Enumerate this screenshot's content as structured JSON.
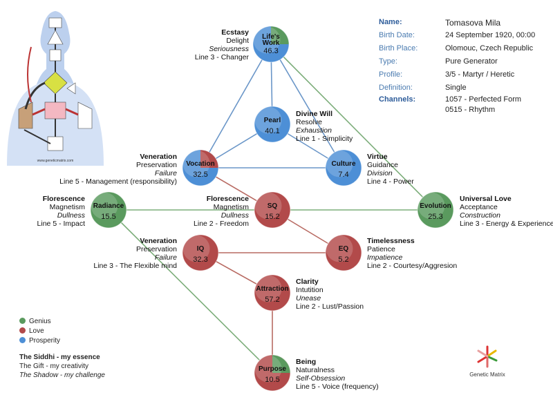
{
  "profile": {
    "name_label": "Name:",
    "name": "Tomasova Mila",
    "rows": [
      {
        "label": "Birth Date:",
        "value": "24 September 1920, 00:00"
      },
      {
        "label": "Birth Place:",
        "value": "Olomouc, Czech Republic"
      },
      {
        "label": "Type:",
        "value": "Pure Generator"
      },
      {
        "label": "Profile:",
        "value": "3/5 - Martyr / Heretic"
      },
      {
        "label": "Definition:",
        "value": "Single"
      }
    ],
    "channels_label": "Channels:",
    "channels": [
      "1057 - Perfected Form",
      "0515 - Rhythm"
    ]
  },
  "colors": {
    "genius": "#5a9a5e",
    "love": "#b24a4a",
    "prosperity": "#4d8fd6",
    "line_genius": "#7cad7a",
    "line_love": "#b86a62",
    "line_prosperity": "#6a96c8"
  },
  "nodes": [
    {
      "id": "lifes_work",
      "label": "Life's Work",
      "value": "46.3",
      "colors": [
        "genius",
        "prosperity"
      ]
    },
    {
      "id": "pearl",
      "label": "Pearl",
      "value": "40.1",
      "colors": [
        "prosperity"
      ]
    },
    {
      "id": "vocation",
      "label": "Vocation",
      "value": "32.5",
      "colors": [
        "love",
        "prosperity"
      ]
    },
    {
      "id": "culture",
      "label": "Culture",
      "value": "7.4",
      "colors": [
        "prosperity"
      ]
    },
    {
      "id": "radiance",
      "label": "Radiance",
      "value": "15.5",
      "colors": [
        "genius"
      ]
    },
    {
      "id": "sq",
      "label": "SQ",
      "value": "15.2",
      "colors": [
        "love"
      ]
    },
    {
      "id": "evolution",
      "label": "Evolution",
      "value": "25.3",
      "colors": [
        "genius"
      ]
    },
    {
      "id": "iq",
      "label": "IQ",
      "value": "32.3",
      "colors": [
        "love"
      ]
    },
    {
      "id": "eq",
      "label": "EQ",
      "value": "5.2",
      "colors": [
        "love"
      ]
    },
    {
      "id": "attraction",
      "label": "Attraction",
      "value": "57.2",
      "colors": [
        "love"
      ]
    },
    {
      "id": "purpose",
      "label": "Purpose",
      "value": "10.5",
      "colors": [
        "genius",
        "love"
      ]
    }
  ],
  "annotations": [
    {
      "node": "lifes_work",
      "siddhi": "Ecstasy",
      "gift": "Delight",
      "shadow": "Seriousness",
      "line": "Line 3 - Changer"
    },
    {
      "node": "pearl",
      "siddhi": "Divine Will",
      "gift": "Resolve",
      "shadow": "Exhaustion",
      "line": "Line 1 - Simplicity"
    },
    {
      "node": "vocation",
      "siddhi": "Veneration",
      "gift": "Preservation",
      "shadow": "Failure",
      "line": "Line 5 - Management (responsibility)"
    },
    {
      "node": "culture",
      "siddhi": "Virtue",
      "gift": "Guidance",
      "shadow": "Division",
      "line": "Line 4 - Power"
    },
    {
      "node": "radiance",
      "siddhi": "Florescence",
      "gift": "Magnetism",
      "shadow": "Dullness",
      "line": "Line 5 - Impact"
    },
    {
      "node": "sq",
      "siddhi": "Florescence",
      "gift": "Magnetism",
      "shadow": "Dullness",
      "line": "Line 2 - Freedom"
    },
    {
      "node": "evolution",
      "siddhi": "Universal Love",
      "gift": "Acceptance",
      "shadow": "Construction",
      "line": "Line 3 - Energy & Experience"
    },
    {
      "node": "iq",
      "siddhi": "Veneration",
      "gift": "Preservation",
      "shadow": "Failure",
      "line": "Line 3 - The Flexible mind"
    },
    {
      "node": "eq",
      "siddhi": "Timelessness",
      "gift": "Patience",
      "shadow": "Impatience",
      "line": "Line 2 - Courtesy/Aggresion"
    },
    {
      "node": "attraction",
      "siddhi": "Clarity",
      "gift": "Intutition",
      "shadow": "Unease",
      "line": "Line 2 - Lust/Passion"
    },
    {
      "node": "purpose",
      "siddhi": "Being",
      "gift": "Naturalness",
      "shadow": "Self-Obsession",
      "line": "Line 5 - Voice (frequency)"
    }
  ],
  "edges": [
    {
      "from": "lifes_work",
      "to": "vocation",
      "color": "line_prosperity"
    },
    {
      "from": "lifes_work",
      "to": "culture",
      "color": "line_prosperity"
    },
    {
      "from": "lifes_work",
      "to": "pearl",
      "color": "line_prosperity"
    },
    {
      "from": "lifes_work",
      "to": "evolution",
      "color": "line_genius"
    },
    {
      "from": "pearl",
      "to": "vocation",
      "color": "line_prosperity"
    },
    {
      "from": "pearl",
      "to": "culture",
      "color": "line_prosperity"
    },
    {
      "from": "vocation",
      "to": "culture",
      "color": "line_prosperity"
    },
    {
      "from": "vocation",
      "to": "sq",
      "color": "line_love"
    },
    {
      "from": "radiance",
      "to": "evolution",
      "color": "line_genius"
    },
    {
      "from": "radiance",
      "to": "purpose",
      "color": "line_genius"
    },
    {
      "from": "sq",
      "to": "eq",
      "color": "line_love"
    },
    {
      "from": "iq",
      "to": "eq",
      "color": "line_love"
    },
    {
      "from": "iq",
      "to": "attraction",
      "color": "line_love"
    },
    {
      "from": "attraction",
      "to": "purpose",
      "color": "line_love"
    }
  ],
  "legend": [
    {
      "label": "Genius",
      "color": "genius"
    },
    {
      "label": "Love",
      "color": "love"
    },
    {
      "label": "Prosperity",
      "color": "prosperity"
    }
  ],
  "key": {
    "siddhi": "The Siddhi - my essence",
    "gift": "The Gift - my creativity",
    "shadow": "The Shadow - my challenge"
  },
  "logo_text": "Genetic Matrix"
}
